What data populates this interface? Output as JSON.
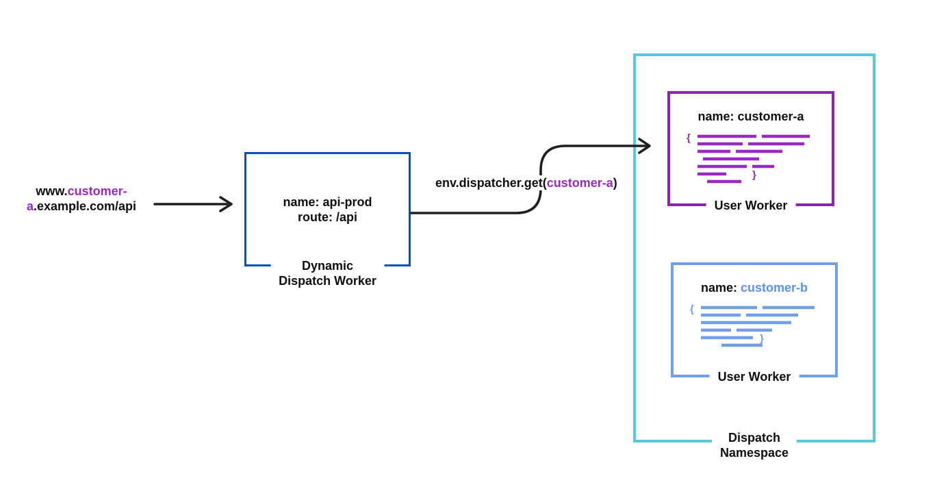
{
  "colors": {
    "dispatch_worker_blue": "#0051c3",
    "purple": "#9a28c4",
    "worker_a_border_purple": "#8d22b4",
    "namespace_cyan": "#5ac8dc",
    "worker_b_blue": "#6fa0e8",
    "worker_b_text_blue": "#5a94ea",
    "arrow_black": "#1f1f1f",
    "background": "#fefefe"
  },
  "request_url": {
    "part1": "www.",
    "part2": "customer-",
    "part3": "a",
    "part4": ".example.com/api"
  },
  "dispatch_worker": {
    "name": "name: api-prod",
    "route": "route: /api",
    "label1": "Dynamic",
    "label2": "Dispatch Worker"
  },
  "dispatcher_call": {
    "prefix": "env.dispatcher.get(",
    "argument": "customer-a",
    "suffix": ")"
  },
  "namespace": {
    "label1": "Dispatch",
    "label2": "Namespace"
  },
  "worker_a": {
    "name": "name: customer-a",
    "label": "User Worker"
  },
  "worker_b": {
    "name_prefix": "name: ",
    "name_value": "customer-b",
    "label": "User Worker"
  }
}
